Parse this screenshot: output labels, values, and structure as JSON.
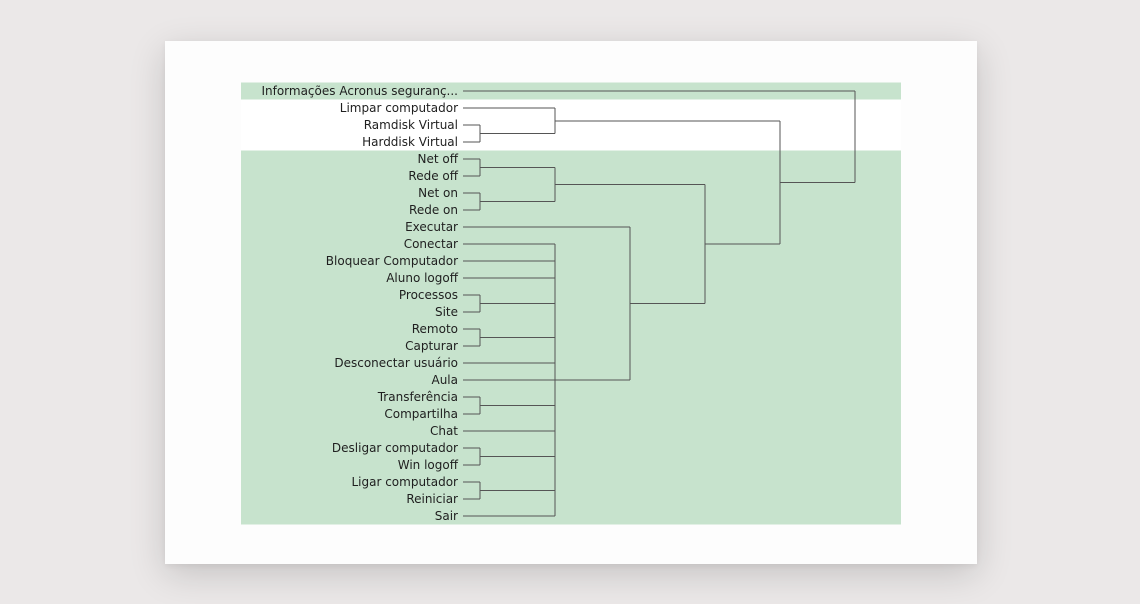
{
  "dendrogram": {
    "leaves": [
      "Informações Acronus seguranç...",
      "Limpar computador",
      "Ramdisk Virtual",
      "Harddisk Virtual",
      "Net off",
      "Rede off",
      "Net on",
      "Rede on",
      "Executar",
      "Conectar",
      "Bloquear Computador",
      "Aluno logoff",
      "Processos",
      "Site",
      "Remoto",
      "Capturar",
      "Desconectar usuário",
      "Aula",
      "Transferência",
      "Compartilha",
      "Chat",
      "Desligar computador",
      "Win logoff",
      "Ligar computador",
      "Reiniciar",
      "Sair"
    ],
    "cluster_colors": {
      "group_a": "#c7e3cd",
      "group_b": "#ffffff",
      "group_c": "#c7e3cd"
    }
  }
}
